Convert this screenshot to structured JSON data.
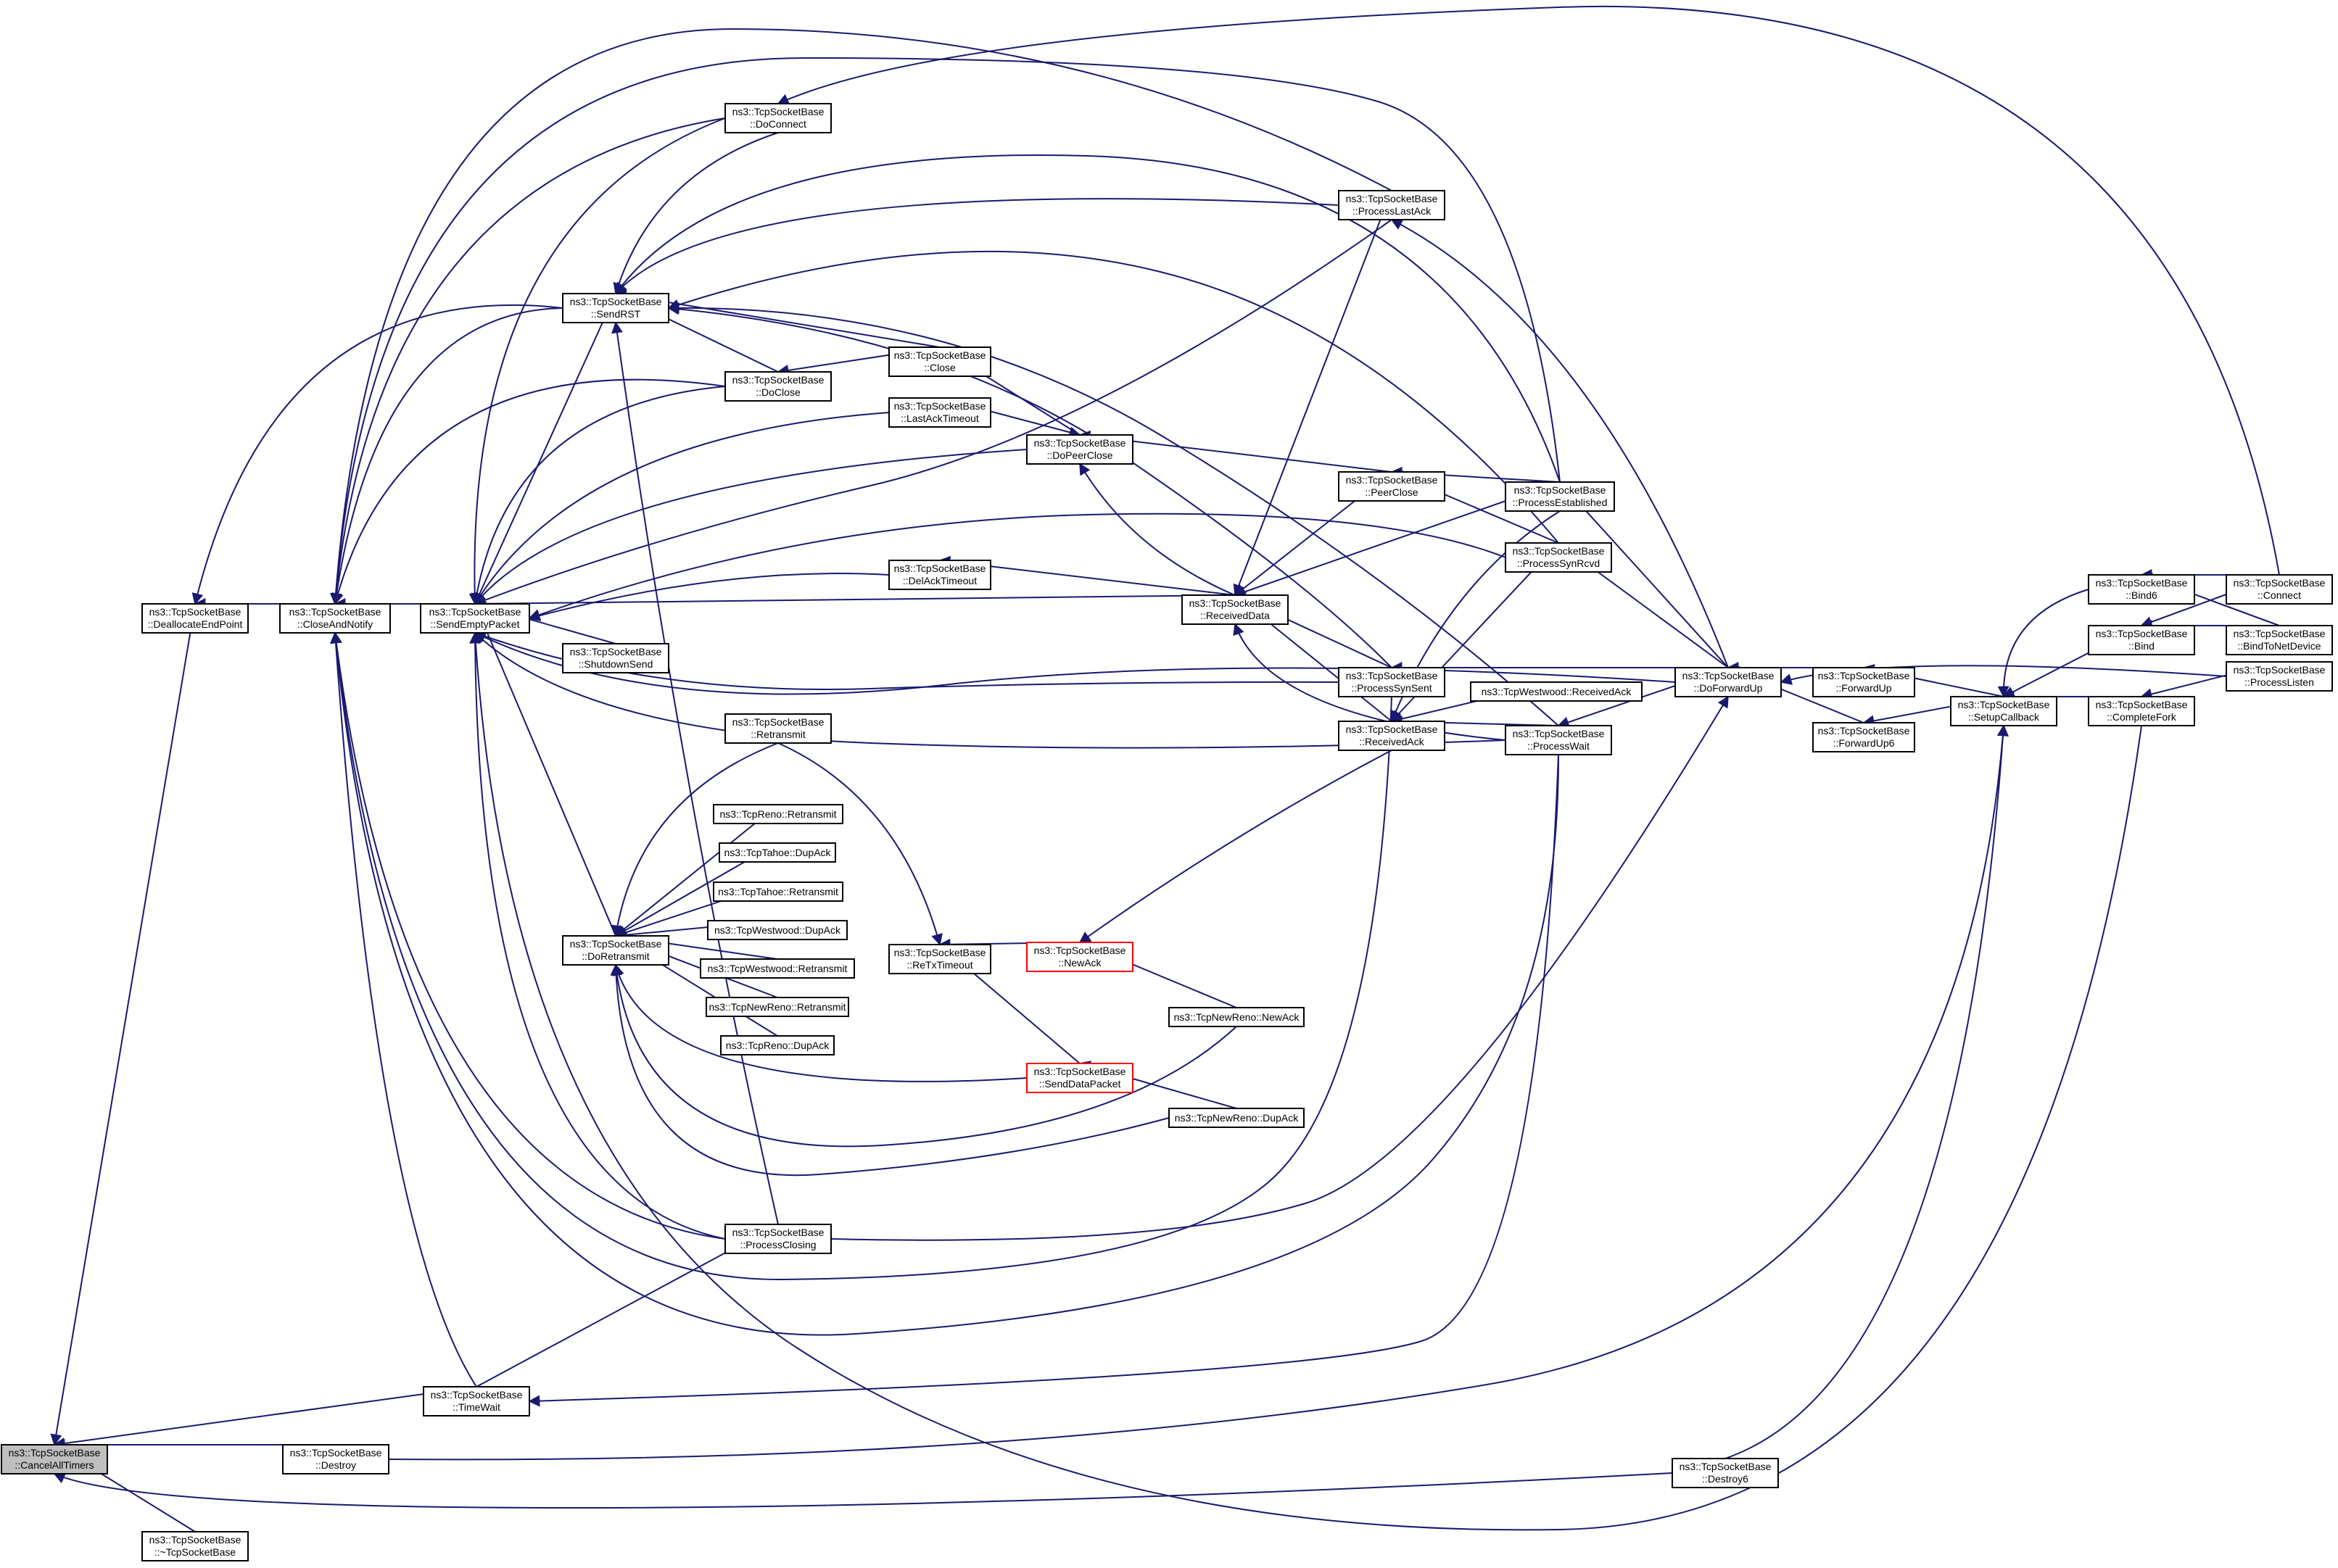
{
  "graph": {
    "colors": {
      "edge": "#191970",
      "node_border": "#000000",
      "node_fill": "#ffffff",
      "highlight_fill": "#bfbfbf",
      "incomplete_border": "#ff0000"
    },
    "nodes": [
      {
        "id": "cancel",
        "line1": "ns3::TcpSocketBase",
        "line2": "::CancelAllTimers",
        "style": "highlight"
      },
      {
        "id": "dtor",
        "line1": "ns3::TcpSocketBase",
        "line2": "::~TcpSocketBase"
      },
      {
        "id": "dealloc",
        "line1": "ns3::TcpSocketBase",
        "line2": "::DeallocateEndPoint"
      },
      {
        "id": "closeNotify",
        "line1": "ns3::TcpSocketBase",
        "line2": "::CloseAndNotify"
      },
      {
        "id": "destroy",
        "line1": "ns3::TcpSocketBase",
        "line2": "::Destroy"
      },
      {
        "id": "timeWait",
        "line1": "ns3::TcpSocketBase",
        "line2": "::TimeWait"
      },
      {
        "id": "sendEmpty",
        "line1": "ns3::TcpSocketBase",
        "line2": "::SendEmptyPacket"
      },
      {
        "id": "sendRST",
        "line1": "ns3::TcpSocketBase",
        "line2": "::SendRST"
      },
      {
        "id": "doRetx",
        "line1": "ns3::TcpSocketBase",
        "line2": "::DoRetransmit"
      },
      {
        "id": "shutdownSend",
        "line1": "ns3::TcpSocketBase",
        "line2": "::ShutdownSend"
      },
      {
        "id": "doConnect",
        "line1": "ns3::TcpSocketBase",
        "line2": "::DoConnect"
      },
      {
        "id": "doClose",
        "line1": "ns3::TcpSocketBase",
        "line2": "::DoClose"
      },
      {
        "id": "retransmit",
        "line1": "ns3::TcpSocketBase",
        "line2": "::Retransmit"
      },
      {
        "id": "renoRetx",
        "line1": "ns3::TcpReno::Retransmit"
      },
      {
        "id": "tahoeDup",
        "line1": "ns3::TcpTahoe::DupAck"
      },
      {
        "id": "tahoeRetx",
        "line1": "ns3::TcpTahoe::Retransmit"
      },
      {
        "id": "westDup",
        "line1": "ns3::TcpWestwood::DupAck"
      },
      {
        "id": "westRetx",
        "line1": "ns3::TcpWestwood::Retransmit"
      },
      {
        "id": "nrRetx",
        "line1": "ns3::TcpNewReno::Retransmit"
      },
      {
        "id": "renoDup",
        "line1": "ns3::TcpReno::DupAck"
      },
      {
        "id": "procClosing",
        "line1": "ns3::TcpSocketBase",
        "line2": "::ProcessClosing"
      },
      {
        "id": "close",
        "line1": "ns3::TcpSocketBase",
        "line2": "::Close"
      },
      {
        "id": "lastAckTimeout",
        "line1": "ns3::TcpSocketBase",
        "line2": "::LastAckTimeout"
      },
      {
        "id": "delAckTimeout",
        "line1": "ns3::TcpSocketBase",
        "line2": "::DelAckTimeout"
      },
      {
        "id": "reTxTimeout",
        "line1": "ns3::TcpSocketBase",
        "line2": "::ReTxTimeout"
      },
      {
        "id": "doPeerClose",
        "line1": "ns3::TcpSocketBase",
        "line2": "::DoPeerClose"
      },
      {
        "id": "newAck",
        "line1": "ns3::TcpSocketBase",
        "line2": "::NewAck",
        "style": "red"
      },
      {
        "id": "sendData",
        "line1": "ns3::TcpSocketBase",
        "line2": "::SendDataPacket",
        "style": "red"
      },
      {
        "id": "nrNewAck",
        "line1": "ns3::TcpNewReno::NewAck"
      },
      {
        "id": "nrDupAck",
        "line1": "ns3::TcpNewReno::DupAck"
      },
      {
        "id": "receivedData",
        "line1": "ns3::TcpSocketBase",
        "line2": "::ReceivedData"
      },
      {
        "id": "procLastAck",
        "line1": "ns3::TcpSocketBase",
        "line2": "::ProcessLastAck"
      },
      {
        "id": "peerClose",
        "line1": "ns3::TcpSocketBase",
        "line2": "::PeerClose"
      },
      {
        "id": "procSynSent",
        "line1": "ns3::TcpSocketBase",
        "line2": "::ProcessSynSent"
      },
      {
        "id": "receivedAck",
        "line1": "ns3::TcpSocketBase",
        "line2": "::ReceivedAck"
      },
      {
        "id": "westRecvAck",
        "line1": "ns3::TcpWestwood::ReceivedAck"
      },
      {
        "id": "procEstab",
        "line1": "ns3::TcpSocketBase",
        "line2": "::ProcessEstablished"
      },
      {
        "id": "procSynRcvd",
        "line1": "ns3::TcpSocketBase",
        "line2": "::ProcessSynRcvd"
      },
      {
        "id": "procWait",
        "line1": "ns3::TcpSocketBase",
        "line2": "::ProcessWait"
      },
      {
        "id": "doForwardUp",
        "line1": "ns3::TcpSocketBase",
        "line2": "::DoForwardUp"
      },
      {
        "id": "destroy6",
        "line1": "ns3::TcpSocketBase",
        "line2": "::Destroy6"
      },
      {
        "id": "forwardUp",
        "line1": "ns3::TcpSocketBase",
        "line2": "::ForwardUp"
      },
      {
        "id": "forwardUp6",
        "line1": "ns3::TcpSocketBase",
        "line2": "::ForwardUp6"
      },
      {
        "id": "bind6",
        "line1": "ns3::TcpSocketBase",
        "line2": "::Bind6"
      },
      {
        "id": "bind",
        "line1": "ns3::TcpSocketBase",
        "line2": "::Bind"
      },
      {
        "id": "setupCb",
        "line1": "ns3::TcpSocketBase",
        "line2": "::SetupCallback"
      },
      {
        "id": "completeFork",
        "line1": "ns3::TcpSocketBase",
        "line2": "::CompleteFork"
      },
      {
        "id": "connect",
        "line1": "ns3::TcpSocketBase",
        "line2": "::Connect"
      },
      {
        "id": "bindNetDev",
        "line1": "ns3::TcpSocketBase",
        "line2": "::BindToNetDevice"
      },
      {
        "id": "procListen",
        "line1": "ns3::TcpSocketBase",
        "line2": "::ProcessListen"
      }
    ]
  }
}
